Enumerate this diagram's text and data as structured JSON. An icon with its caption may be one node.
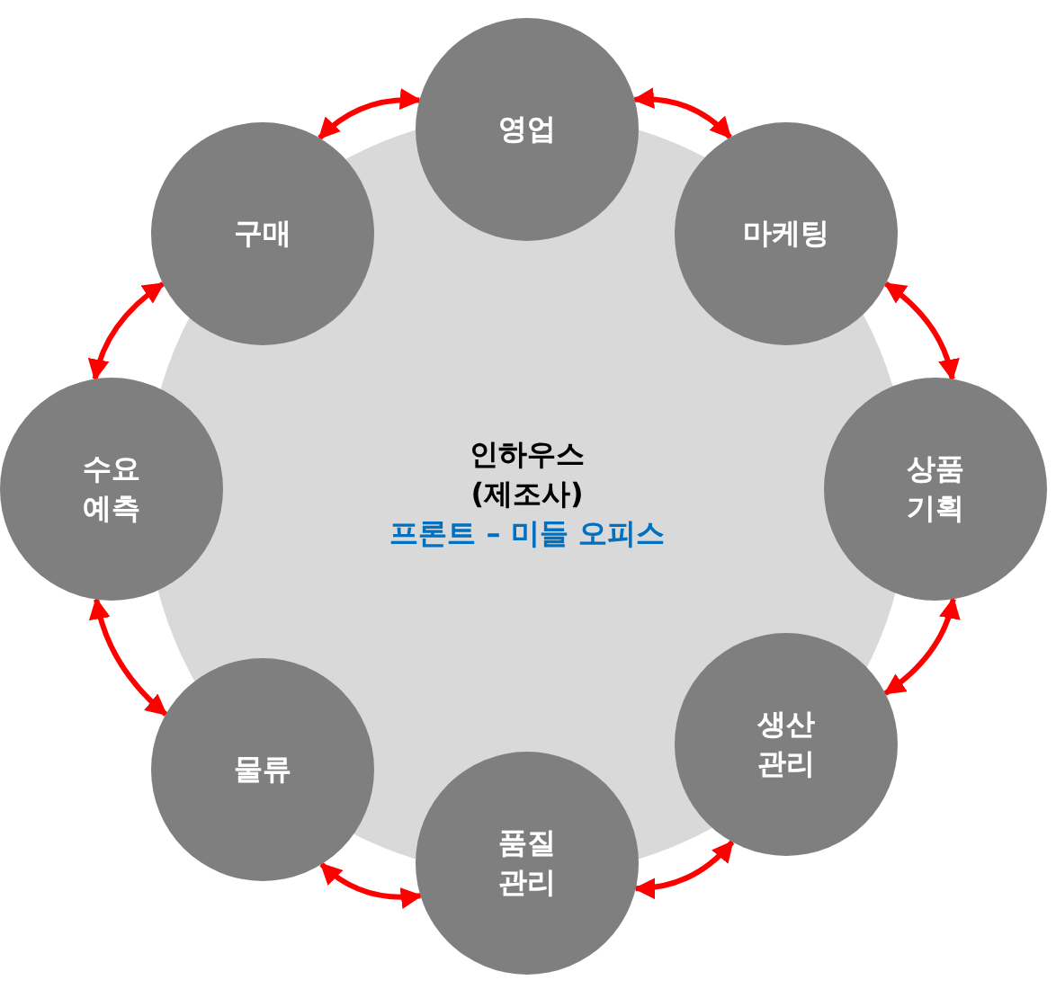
{
  "diagram": {
    "nodes": [
      {
        "text": [
          "인하우스 (제조사)",
          "프론트 – 미들 오피스"
        ]
      },
      {
        "text": [
          "영업"
        ]
      },
      {
        "text": [
          "마케팅"
        ]
      },
      {
        "text": [
          "상품 기획"
        ]
      },
      {
        "text": [
          "생산 관리"
        ]
      },
      {
        "text": [
          "품질 관리"
        ]
      },
      {
        "text": [
          "물류"
        ]
      },
      {
        "text": [
          "수요 예측"
        ]
      },
      {
        "text": [
          "구매"
        ]
      }
    ],
    "edges": [
      {
        "from": 1,
        "to": 2,
        "arrow": "both"
      },
      {
        "from": 2,
        "to": 3,
        "arrow": "both"
      },
      {
        "from": 3,
        "to": 4,
        "arrow": "both"
      },
      {
        "from": 4,
        "to": 5,
        "arrow": "both"
      },
      {
        "from": 5,
        "to": 6,
        "arrow": "both"
      },
      {
        "from": 6,
        "to": 7,
        "arrow": "both"
      },
      {
        "from": 7,
        "to": 8,
        "arrow": "both"
      },
      {
        "from": 8,
        "to": 1,
        "arrow": "both"
      }
    ]
  }
}
